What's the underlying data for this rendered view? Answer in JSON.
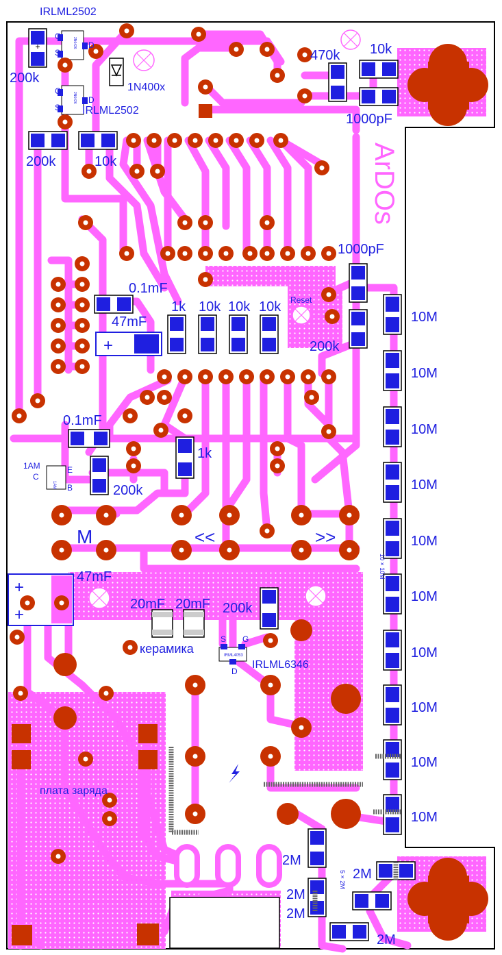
{
  "labels": {
    "q_top": "IRLML2502",
    "q_mid": "IRLML2502",
    "q_bottom": "IRLML6346",
    "r_200k_a": "200k",
    "r_200k_b": "200k",
    "r_200k_c": "200k",
    "r_200k_d": "200k",
    "r_200k_e": "200k",
    "r_10k_a": "10k",
    "r_10k_b": "10k",
    "r_10k_c": "10k",
    "r_10k_d": "10k",
    "r_10k_e": "10k",
    "r_470k": "470k",
    "r_1k_a": "1k",
    "r_1k_b": "1k",
    "c_1000pf_a": "1000pF",
    "c_1000pf_b": "1000pF",
    "c_01mf_a": "0.1mF",
    "c_01mf_b": "0.1mF",
    "c_47mf_a": "47mF",
    "c_47mf_b": "47mF",
    "c_20mf_a": "20mF",
    "c_20mf_b": "20mF",
    "ceramic": "керамика",
    "diode": "1N400x",
    "trans_1am": "1AM",
    "reset": "Reset",
    "brand": "ArDOs",
    "btn_m": "M",
    "btn_prev": "<<",
    "btn_next": ">>",
    "charge_board": "плата заряда",
    "divider_note": "10 × 10M",
    "chain_note": "5 × 2M",
    "pin_g1": "G",
    "pin_s1": "S",
    "pin_d1": "D",
    "pin_g2": "G",
    "pin_s2": "S",
    "pin_d2": "D",
    "pin_s3": "S",
    "pin_g3": "G",
    "pin_d3": "D",
    "pin_e": "E",
    "pin_c": "C",
    "pin_b": "B",
    "tiny_1am": "1AM",
    "tiny_q1": "2N6426",
    "tiny_q2": "2N6426",
    "tiny_q3": "IRML4053"
  },
  "divider_10m": [
    "10M",
    "10M",
    "10M",
    "10M",
    "10M",
    "10M",
    "10M",
    "10M",
    "10M",
    "10M"
  ],
  "chain_2m": [
    "2M",
    "2M",
    "2M",
    "2M",
    "2M"
  ],
  "colors": {
    "trace": "#ff66ff",
    "pad": "#c83200",
    "smd": "#1f1fe0",
    "label": "#1f1fe0",
    "outline": "#000000"
  }
}
